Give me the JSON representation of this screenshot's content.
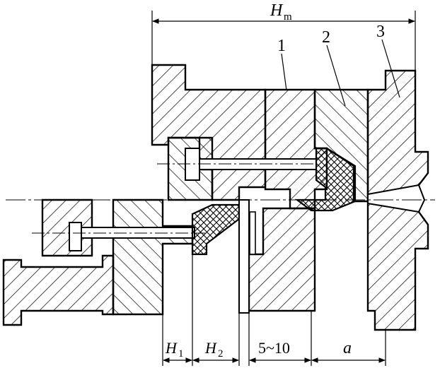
{
  "labels": {
    "hm_main": "H",
    "hm_sub": "m",
    "part_1": "1",
    "part_2": "2",
    "part_3": "3",
    "h1_main": "H",
    "h1_sub": "1",
    "h2_main": "H",
    "h2_sub": "2",
    "gap_range": "5~10",
    "dim_a": "a"
  }
}
